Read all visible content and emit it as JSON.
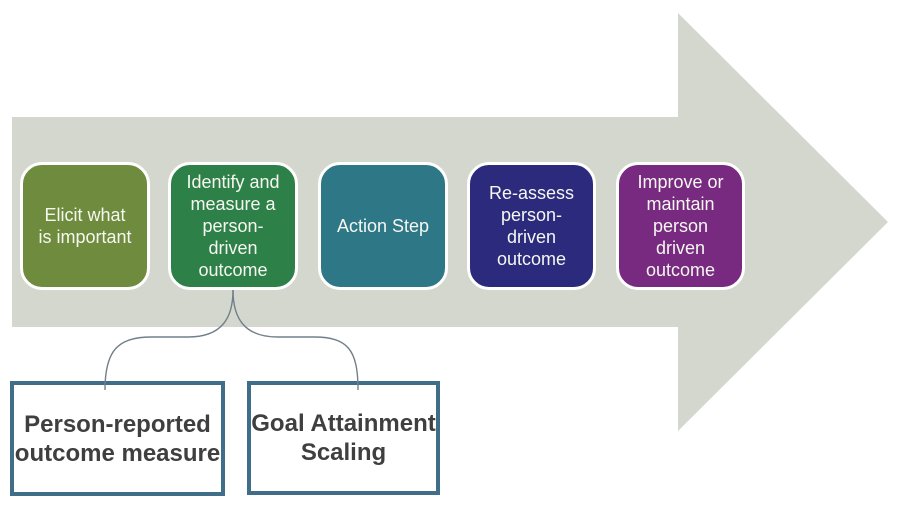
{
  "diagram": {
    "steps": [
      {
        "id": "elicit",
        "label": "Elicit what\nis important",
        "color": "#6e8b3e"
      },
      {
        "id": "identify",
        "label": "Identify and\nmeasure a\nperson-\ndriven\noutcome",
        "color": "#2e8049"
      },
      {
        "id": "action",
        "label": "Action Step",
        "color": "#2e7787"
      },
      {
        "id": "reassess",
        "label": "Re-assess\nperson-\ndriven\noutcome",
        "color": "#2b2a7d"
      },
      {
        "id": "improve",
        "label": "Improve or\nmaintain\nperson\ndriven\noutcome",
        "color": "#772a80"
      }
    ],
    "callouts": [
      {
        "id": "prom",
        "label": "Person-reported\noutcome measure"
      },
      {
        "id": "gas",
        "label": "Goal Attainment\nScaling"
      }
    ],
    "colors": {
      "arrow": "#d4d7ce",
      "connector": "#71808a",
      "callout_border": "#406e88",
      "callout_text": "#3f3f3f",
      "step_text": "#f5f7f0"
    }
  }
}
